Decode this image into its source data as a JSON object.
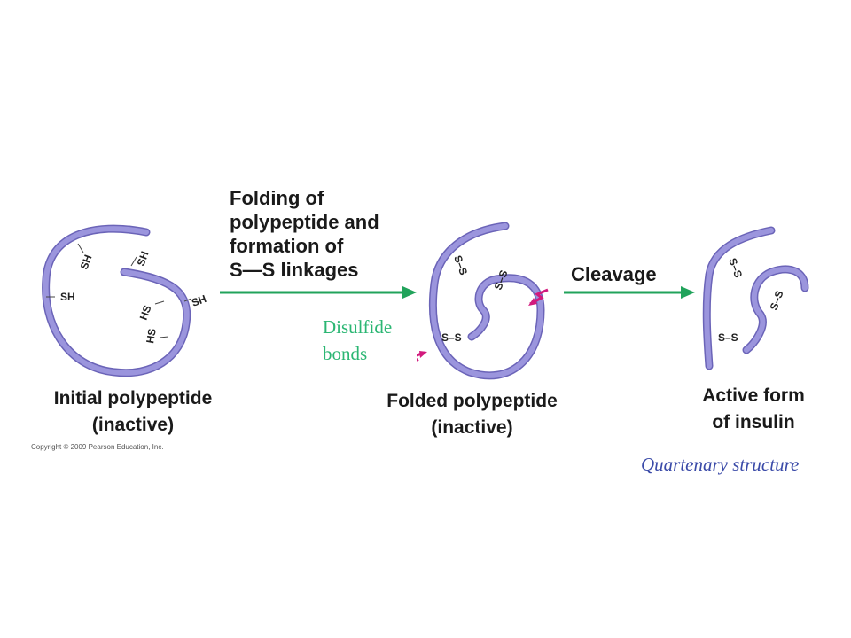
{
  "steps": {
    "folding": [
      "Folding of",
      "polypeptide and",
      "formation of",
      "S—S linkages"
    ],
    "cleavage": "Cleavage"
  },
  "captions": {
    "initial": [
      "Initial polypeptide",
      "(inactive)"
    ],
    "folded": [
      "Folded polypeptide",
      "(inactive)"
    ],
    "active": [
      "Active form",
      "of insulin"
    ]
  },
  "annotations": {
    "disulfide": [
      "Disulfide",
      "bonds"
    ],
    "quaternary": "Quartenary structure"
  },
  "copyright": "Copyright © 2009 Pearson Education, Inc.",
  "group_labels": {
    "sh": "SH",
    "hs": "HS",
    "ss": "S–S"
  },
  "colors": {
    "chain": "#9b95dd",
    "chain_outline": "#6b64b8",
    "arrow": "#21a35b",
    "bolt": "#d21a7d",
    "disulfide_text": "#2bb673",
    "quaternary_text": "#3a4aa8"
  }
}
